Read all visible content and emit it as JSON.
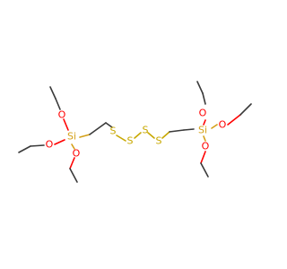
{
  "molecule": {
    "atoms": [
      {
        "id": "si1",
        "symbol": "Si",
        "color": "#d4a017"
      },
      {
        "id": "o1",
        "symbol": "O",
        "color": "#ff0000"
      },
      {
        "id": "o2",
        "symbol": "O",
        "color": "#ff0000"
      },
      {
        "id": "o3",
        "symbol": "O",
        "color": "#ff0000"
      },
      {
        "id": "s1",
        "symbol": "S",
        "color": "#c8a800"
      },
      {
        "id": "s2",
        "symbol": "S",
        "color": "#c8a800"
      },
      {
        "id": "s3",
        "symbol": "S",
        "color": "#c8a800"
      },
      {
        "id": "s4",
        "symbol": "S",
        "color": "#c8a800"
      },
      {
        "id": "si2",
        "symbol": "Si",
        "color": "#d4a017"
      },
      {
        "id": "o4",
        "symbol": "O",
        "color": "#ff0000"
      },
      {
        "id": "o5",
        "symbol": "O",
        "color": "#ff0000"
      },
      {
        "id": "o6",
        "symbol": "O",
        "color": "#ff0000"
      }
    ],
    "colors": {
      "bond": "#3a3a3a",
      "oxygen_bond": "#ff0000",
      "sulfur_bond": "#c8a800",
      "silicon_bond": "#d4a017"
    }
  }
}
